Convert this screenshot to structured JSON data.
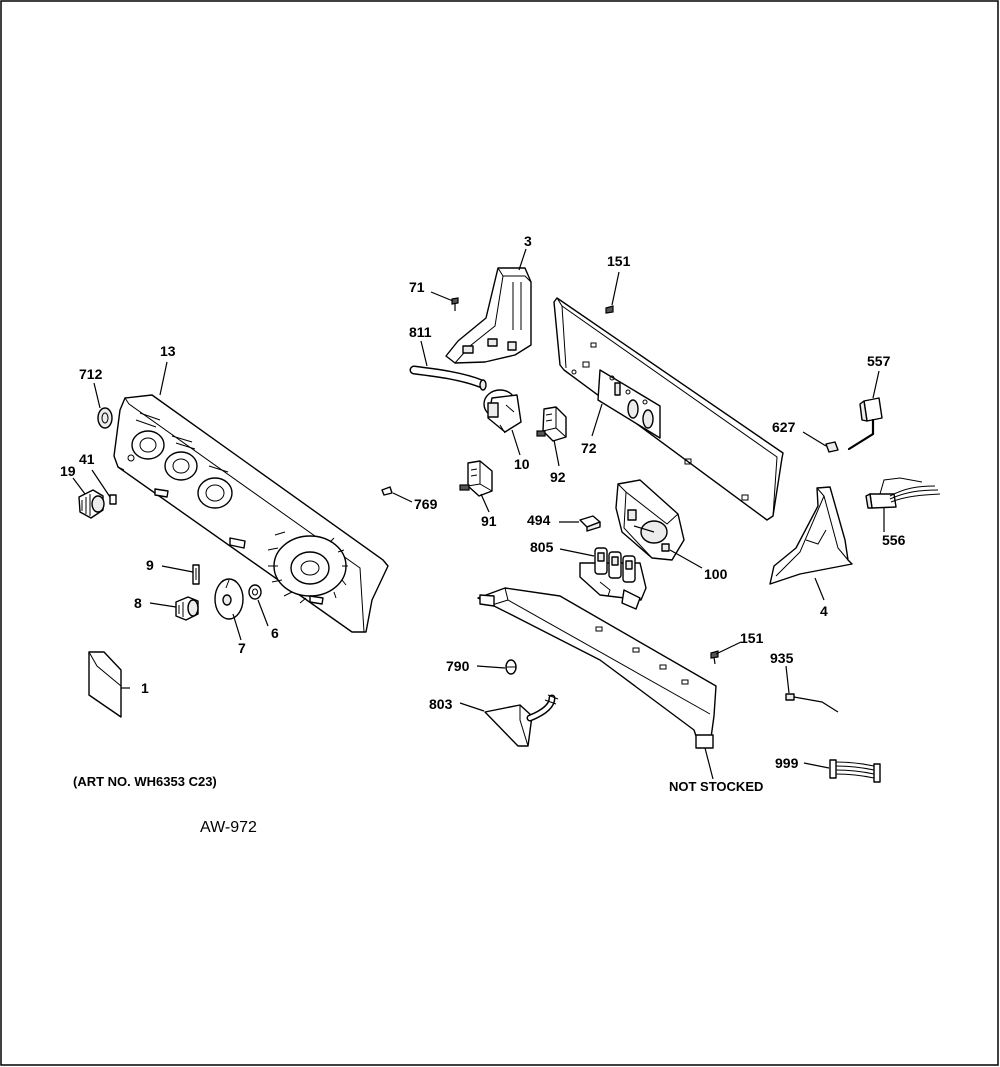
{
  "callouts": [
    {
      "id": "c1",
      "text": "1"
    },
    {
      "id": "c3",
      "text": "3"
    },
    {
      "id": "c4",
      "text": "4"
    },
    {
      "id": "c6",
      "text": "6"
    },
    {
      "id": "c7",
      "text": "7"
    },
    {
      "id": "c8",
      "text": "8"
    },
    {
      "id": "c9",
      "text": "9"
    },
    {
      "id": "c10",
      "text": "10"
    },
    {
      "id": "c13",
      "text": "13"
    },
    {
      "id": "c19",
      "text": "19"
    },
    {
      "id": "c41",
      "text": "41"
    },
    {
      "id": "c71",
      "text": "71"
    },
    {
      "id": "c72",
      "text": "72"
    },
    {
      "id": "c91",
      "text": "91"
    },
    {
      "id": "c92",
      "text": "92"
    },
    {
      "id": "c100",
      "text": "100"
    },
    {
      "id": "c151a",
      "text": "151"
    },
    {
      "id": "c151b",
      "text": "151"
    },
    {
      "id": "c494",
      "text": "494"
    },
    {
      "id": "c556",
      "text": "556"
    },
    {
      "id": "c557",
      "text": "557"
    },
    {
      "id": "c627",
      "text": "627"
    },
    {
      "id": "c712",
      "text": "712"
    },
    {
      "id": "c769",
      "text": "769"
    },
    {
      "id": "c790",
      "text": "790"
    },
    {
      "id": "c803",
      "text": "803"
    },
    {
      "id": "c805",
      "text": "805"
    },
    {
      "id": "c811",
      "text": "811"
    },
    {
      "id": "c935",
      "text": "935"
    },
    {
      "id": "c999",
      "text": "999"
    }
  ],
  "notes": {
    "not_stocked": "NOT STOCKED",
    "art_no": "(ART NO. WH6353 C23)",
    "drawing_code": "AW-972"
  }
}
